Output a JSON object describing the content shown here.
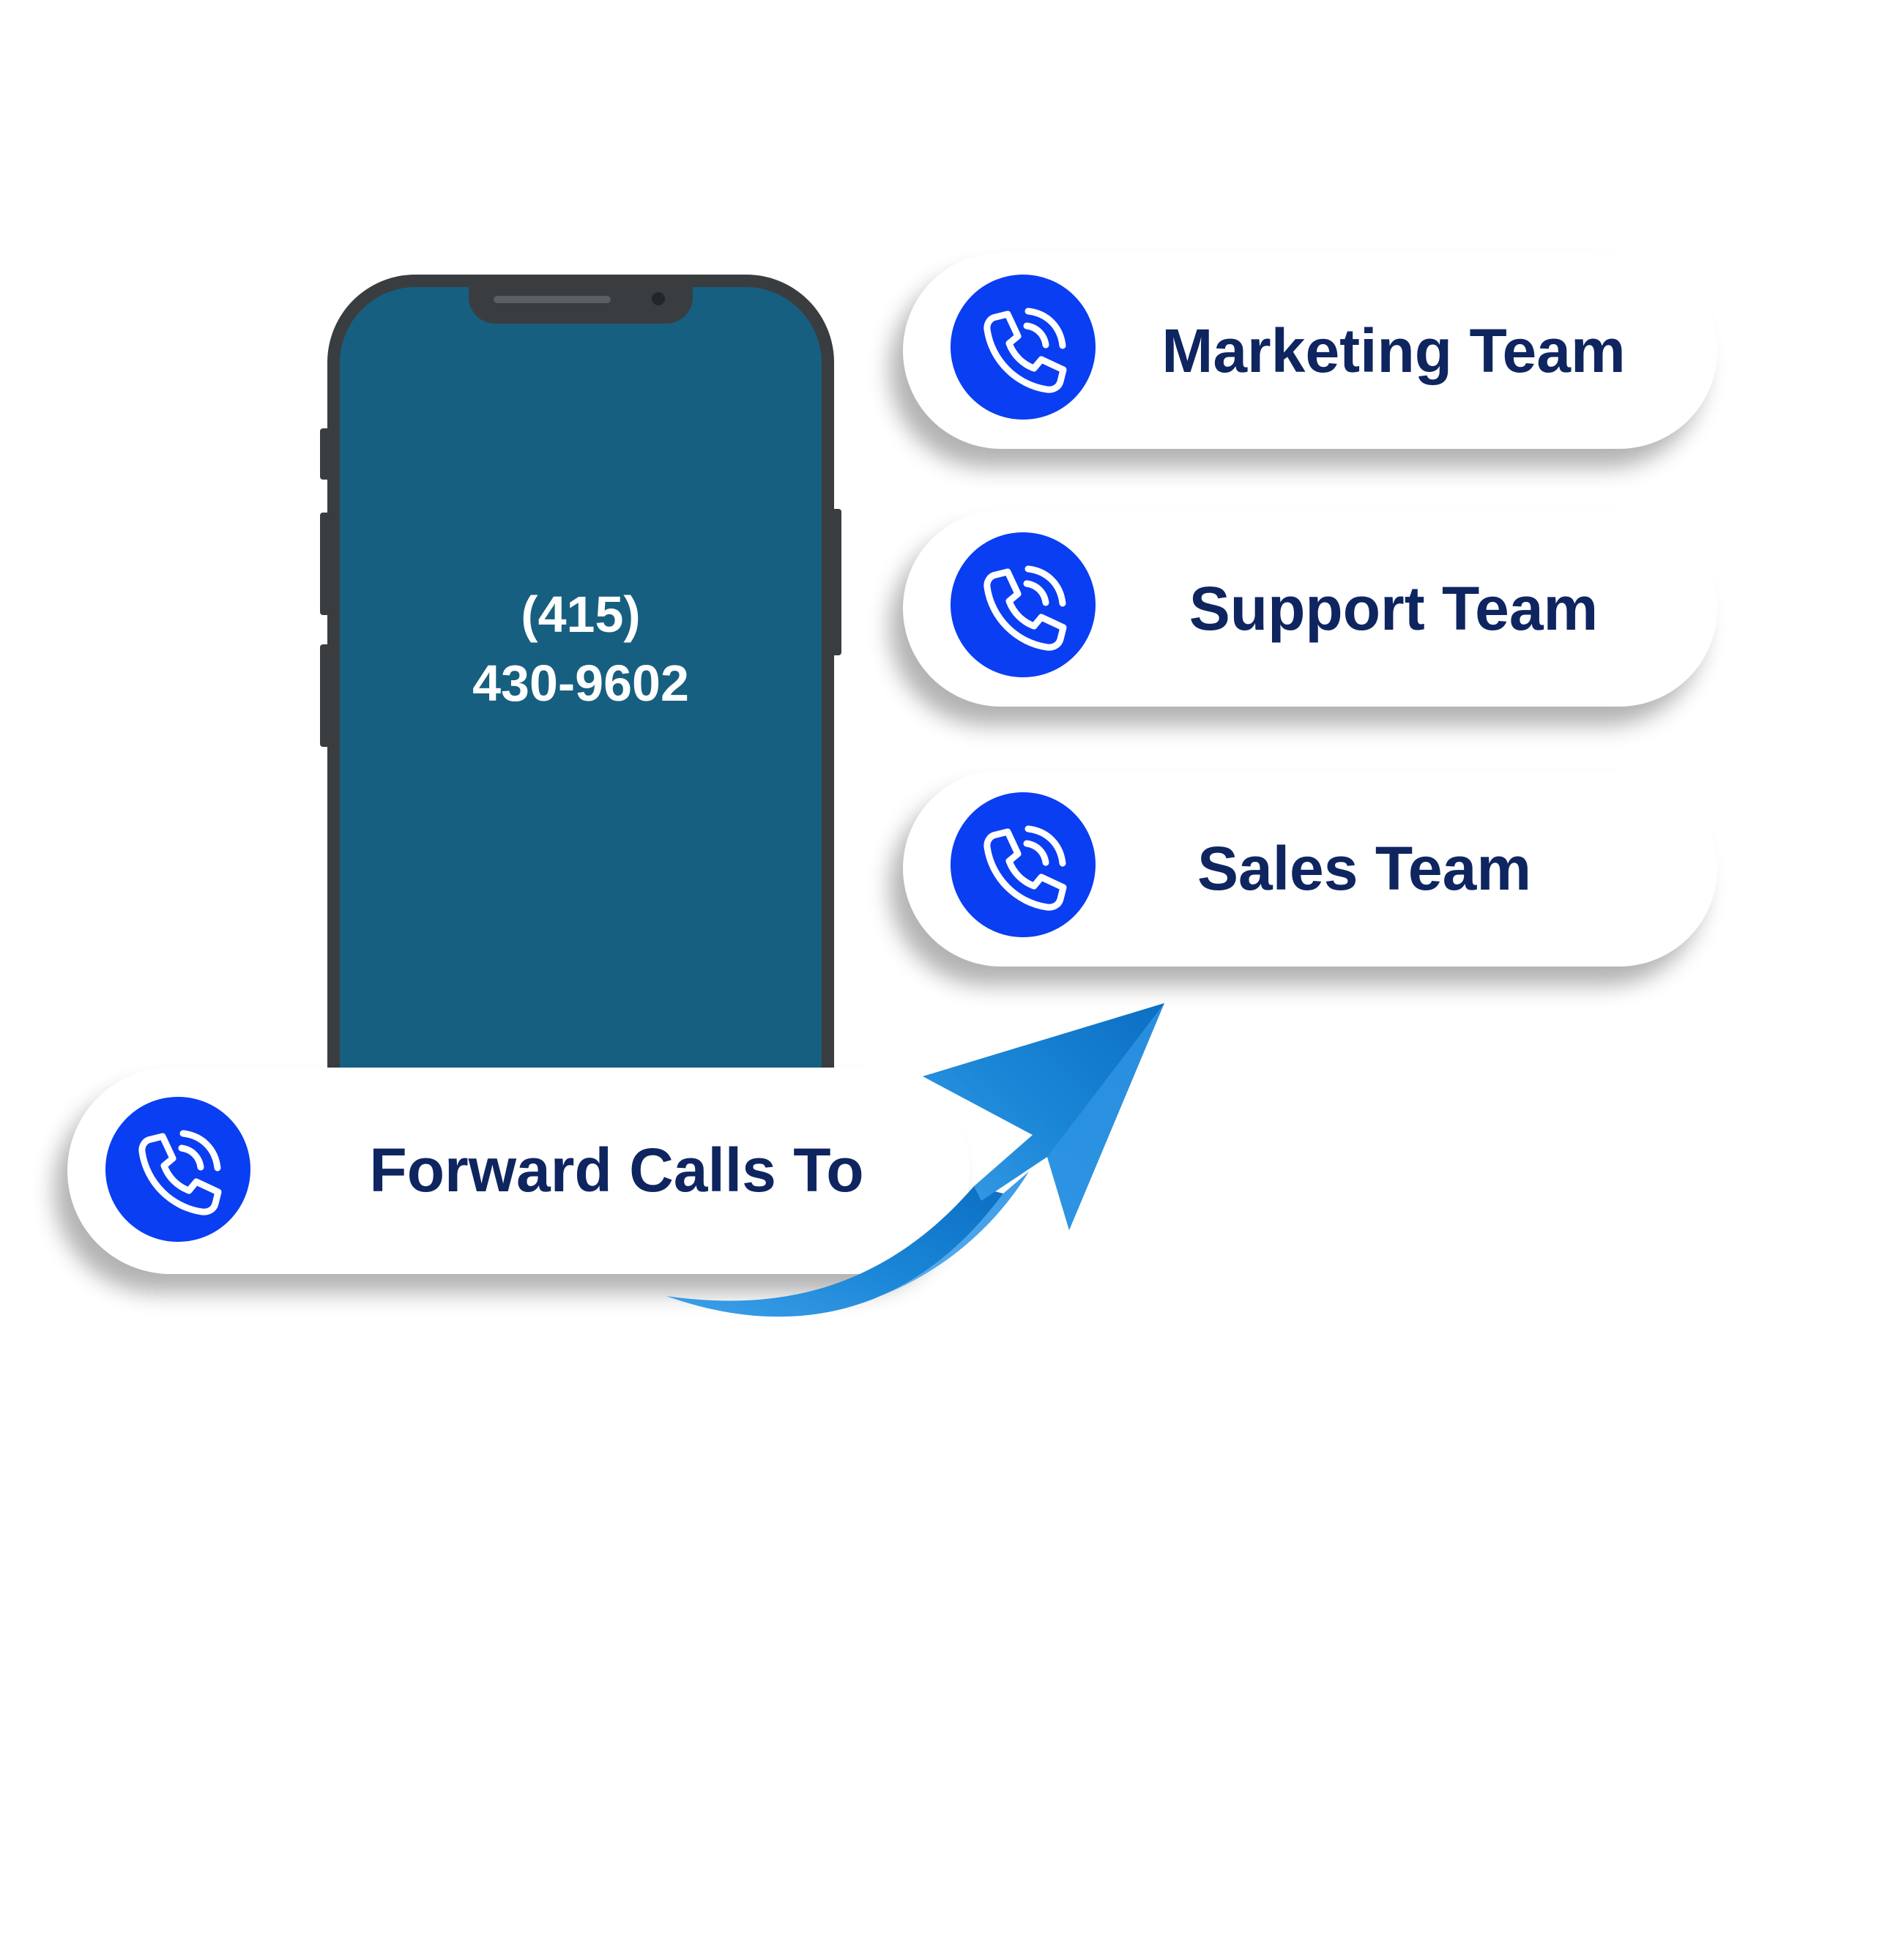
{
  "phone": {
    "number_line1": "(415)",
    "number_line2": "430-9602",
    "screen_color": "#175f80",
    "frame_color": "#3a3d40"
  },
  "teams": [
    {
      "label": "Marketing Team",
      "icon": "phone-call-icon"
    },
    {
      "label": "Support Team",
      "icon": "phone-call-icon"
    },
    {
      "label": "Sales Team",
      "icon": "phone-call-icon"
    }
  ],
  "forward": {
    "label": "Forward Calls To",
    "icon": "phone-call-icon"
  },
  "colors": {
    "icon_background": "#0a3ef2",
    "label_text": "#0e2560",
    "arrow": "#1a86d6"
  }
}
